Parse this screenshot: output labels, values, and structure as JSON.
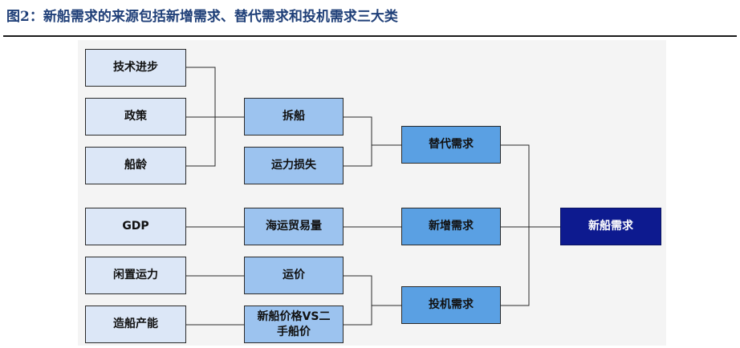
{
  "figure": {
    "title": "图2：新船需求的来源包括新增需求、替代需求和投机需求三大类"
  },
  "diagram": {
    "sources": {
      "tech": "技术进步",
      "policy": "政策",
      "ship_age": "船龄",
      "gdp": "GDP",
      "idle_capacity": "闲置运力",
      "shipbuilding_capacity": "造船产能"
    },
    "factors": {
      "scrapping": "拆船",
      "capacity_loss": "运力损失",
      "seaborne_trade": "海运贸易量",
      "freight": "运价",
      "price_ratio": "新船价格VS二手船价"
    },
    "demands": {
      "replacement": "替代需求",
      "new_addition": "新增需求",
      "speculative": "投机需求"
    },
    "result": "新船需求",
    "colors": {
      "source": "#dce7f7",
      "factor": "#9cc3ef",
      "demand": "#5aa0e3",
      "result": "#0d1a8f",
      "title": "#1f3f78"
    }
  }
}
